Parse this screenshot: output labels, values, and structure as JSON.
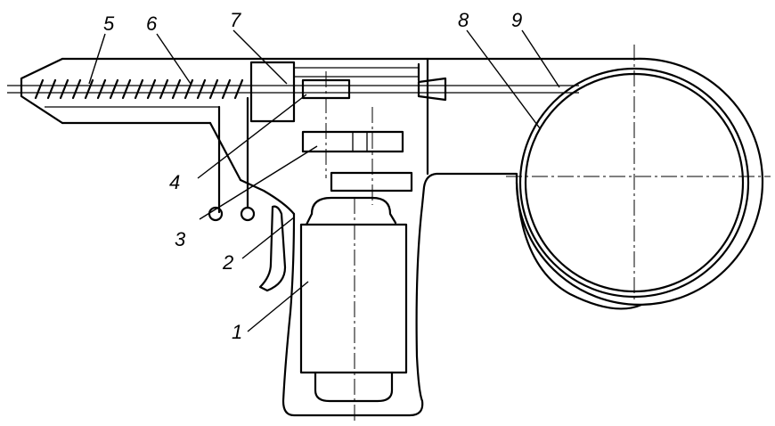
{
  "labels": {
    "1": "1",
    "2": "2",
    "3": "3",
    "4": "4",
    "5": "5",
    "6": "6",
    "7": "7",
    "8": "8",
    "9": "9"
  },
  "colors": {
    "ink": "#000000",
    "paper": "#ffffff"
  }
}
